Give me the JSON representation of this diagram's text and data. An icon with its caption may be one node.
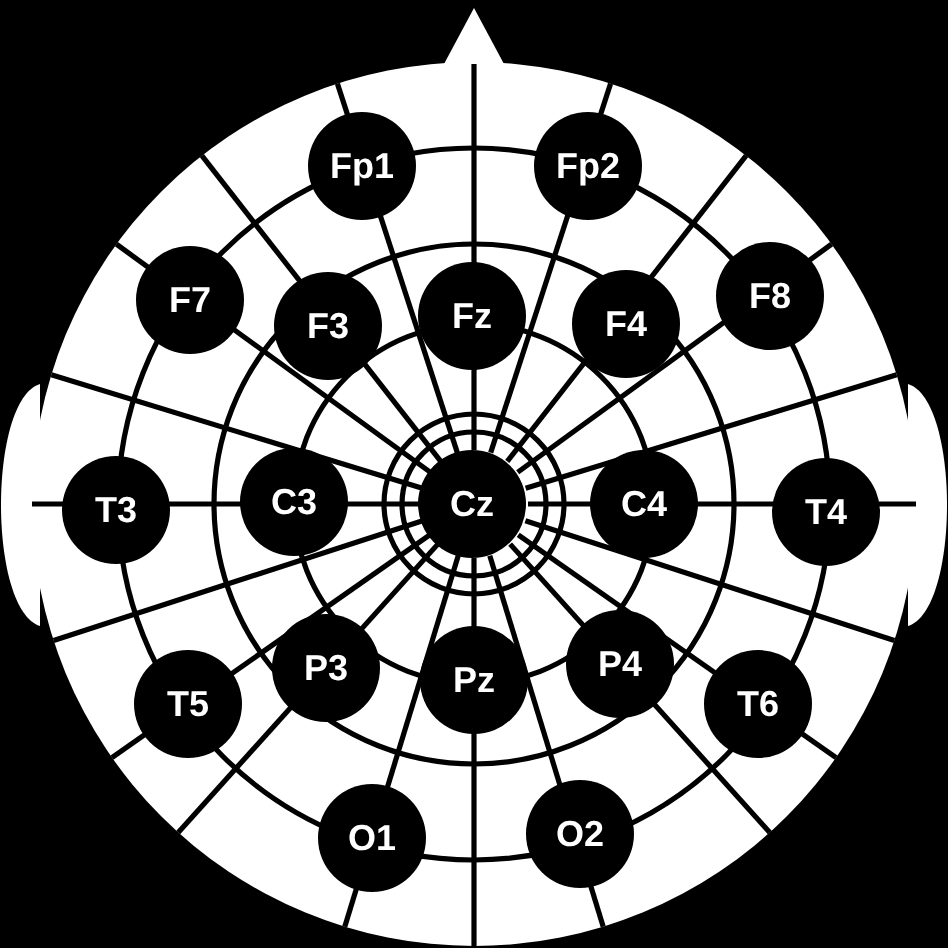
{
  "diagram": {
    "nodes": [
      {
        "text": [
          "Fp1"
        ]
      },
      {
        "text": [
          "Fp2"
        ]
      },
      {
        "text": [
          "F7"
        ]
      },
      {
        "text": [
          "F3"
        ]
      },
      {
        "text": [
          "Fz"
        ]
      },
      {
        "text": [
          "F4"
        ]
      },
      {
        "text": [
          "F8"
        ]
      },
      {
        "text": [
          "T3"
        ]
      },
      {
        "text": [
          "C3"
        ]
      },
      {
        "text": [
          "Cz"
        ]
      },
      {
        "text": [
          "C4"
        ]
      },
      {
        "text": [
          "T4"
        ]
      },
      {
        "text": [
          "T5"
        ]
      },
      {
        "text": [
          "P3"
        ]
      },
      {
        "text": [
          "Pz"
        ]
      },
      {
        "text": [
          "P4"
        ]
      },
      {
        "text": [
          "T6"
        ]
      },
      {
        "text": [
          "O1"
        ]
      },
      {
        "text": [
          "O2"
        ]
      }
    ]
  }
}
